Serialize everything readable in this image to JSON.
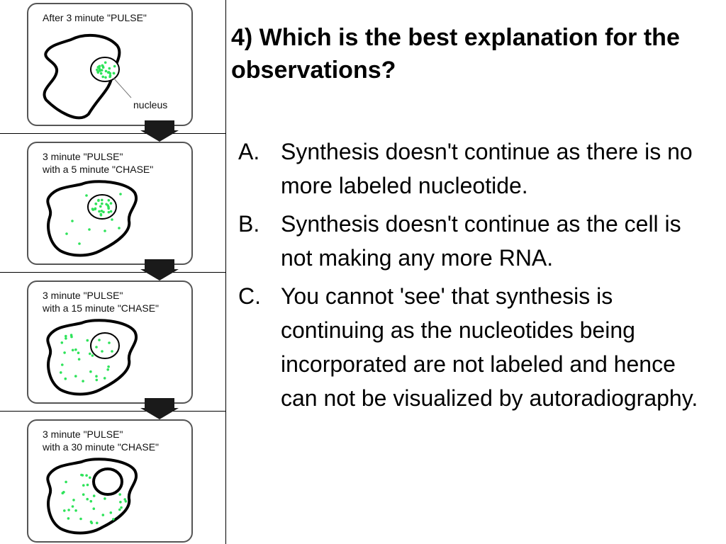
{
  "panels": [
    {
      "caption": "After 3 minute \"PULSE\"",
      "label": "nucleus"
    },
    {
      "caption": "3 minute \"PULSE\"\nwith a 5 minute \"CHASE\""
    },
    {
      "caption": "3 minute \"PULSE\"\nwith a 15 minute \"CHASE\""
    },
    {
      "caption": "3 minute \"PULSE\"\nwith a 30 minute \"CHASE\""
    }
  ],
  "question": {
    "title": "4) Which is the best explanation for the observations?",
    "answers": [
      {
        "letter": "A.",
        "text": "Synthesis doesn't continue as there is no more labeled nucleotide."
      },
      {
        "letter": "B.",
        "text": "Synthesis doesn't continue as the cell is not making any more RNA."
      },
      {
        "letter": "C.",
        "text": "You cannot 'see' that synthesis is continuing as the nucleotides being incorporated are not labeled and hence can not be visualized by autoradiography."
      }
    ]
  },
  "colors": {
    "label_dot": "#2ee35a",
    "arrow": "#1a1a1a",
    "panel_border": "#555555"
  }
}
